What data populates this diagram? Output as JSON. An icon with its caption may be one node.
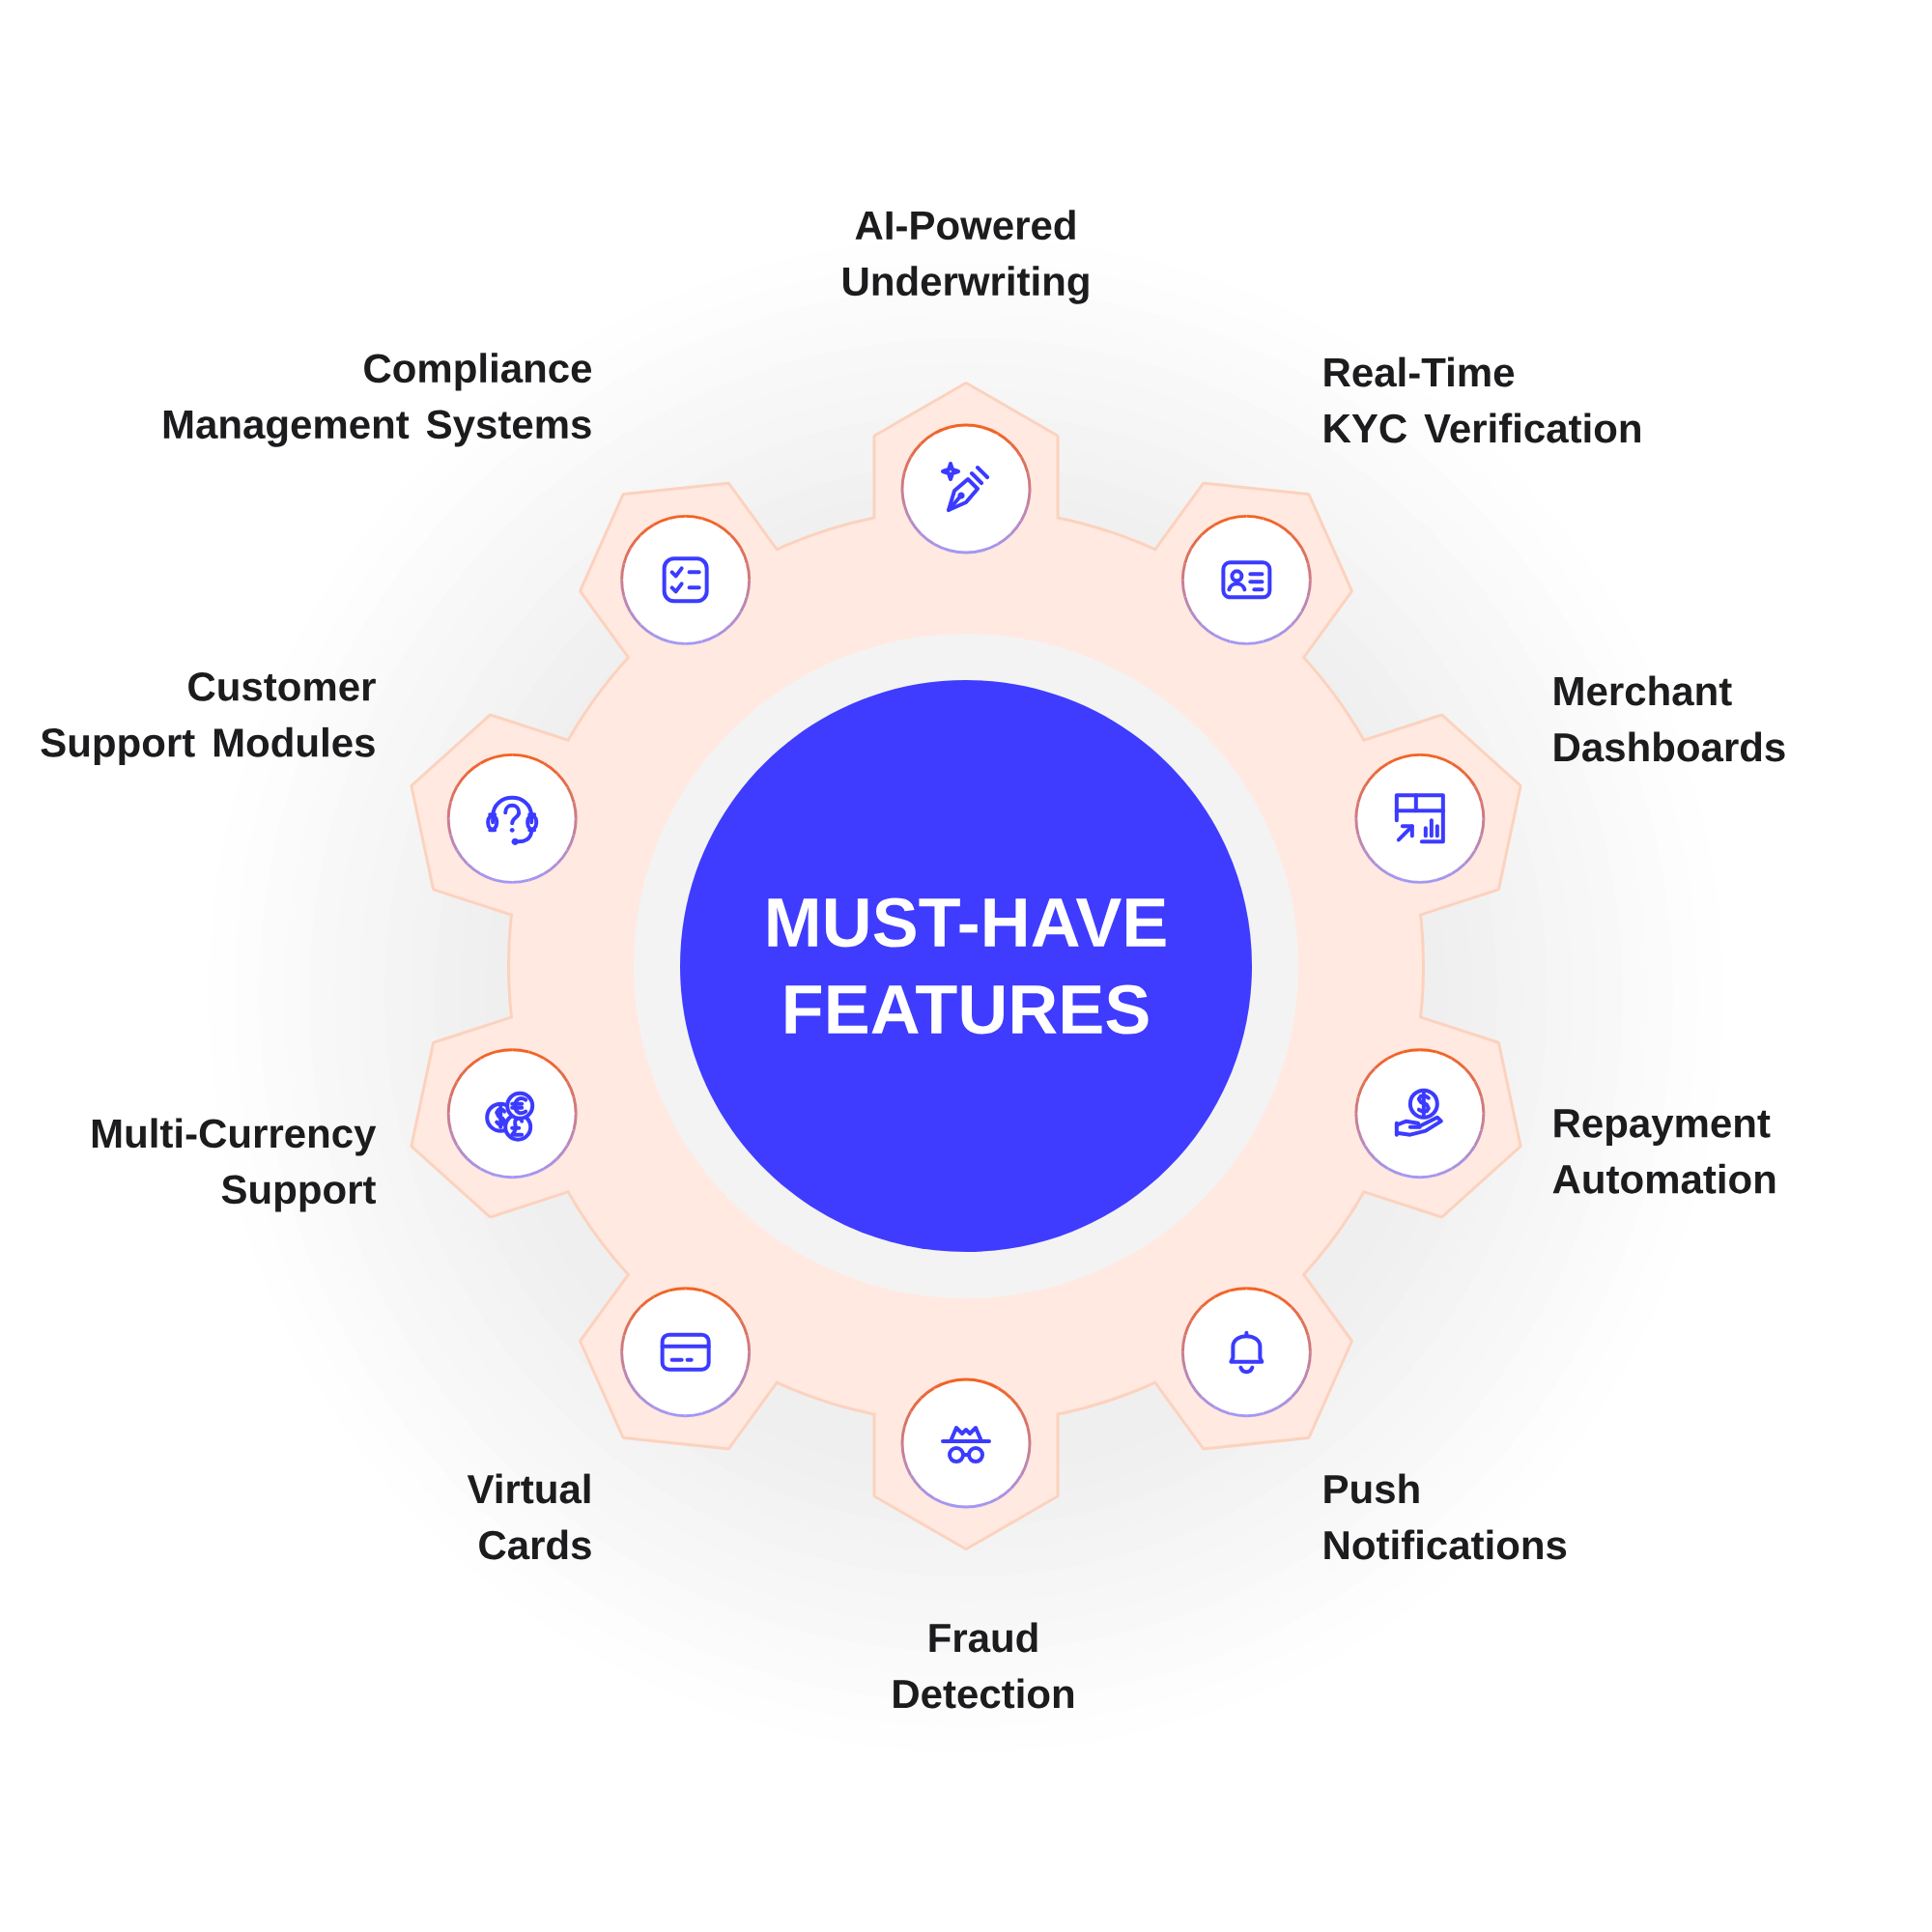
{
  "diagram": {
    "nodes": [
      {
        "text": [
          "MUST-HAVE FEATURES"
        ]
      },
      {
        "text": [],
        "shape": "circle",
        "beside": [
          "AI-Powered Underwriting"
        ]
      },
      {
        "text": [],
        "shape": "circle",
        "beside": [
          "Real-Time KYC Verification"
        ]
      },
      {
        "text": [],
        "shape": "circle",
        "beside": [
          "Merchant Dashboards"
        ]
      },
      {
        "text": [],
        "shape": "circle",
        "beside": [
          "Repayment Automation"
        ]
      },
      {
        "text": [],
        "shape": "circle",
        "beside": [
          "Push Notifications"
        ]
      },
      {
        "text": [],
        "shape": "circle",
        "beside": [
          "Fraud Detection"
        ]
      },
      {
        "text": [],
        "shape": "circle",
        "beside": [
          "Virtual Cards"
        ]
      },
      {
        "text": [],
        "shape": "circle",
        "beside": [
          "Multi-Currency Support"
        ]
      },
      {
        "text": [],
        "shape": "circle",
        "beside": [
          "Customer Support Modules"
        ]
      },
      {
        "text": [],
        "shape": "circle",
        "beside": [
          "Compliance Management Systems"
        ]
      }
    ]
  }
}
